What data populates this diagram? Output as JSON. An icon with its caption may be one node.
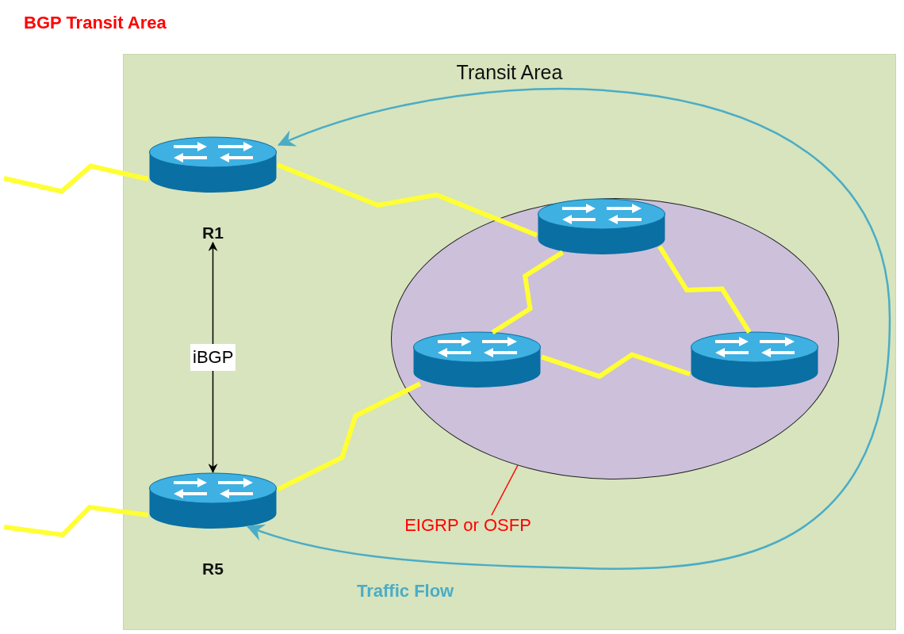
{
  "diagram": {
    "title": "BGP Transit Area",
    "nodes": [
      {
        "text": [
          "Transit Area"
        ]
      },
      {
        "text": [
          "R1"
        ],
        "in": 0
      },
      {
        "text": [],
        "shape": "ellipse",
        "in": 0
      },
      {
        "text": [],
        "shape": "router",
        "in": 2
      },
      {
        "text": [],
        "shape": "router",
        "in": 2
      },
      {
        "text": [],
        "shape": "router",
        "in": 2
      },
      {
        "text": [
          "R5"
        ],
        "in": 0
      },
      {
        "text": [
          "EIGRP or OSFP"
        ],
        "in": 0
      }
    ],
    "edges": [
      {
        "from": null,
        "to": 1,
        "arrow": "none"
      },
      {
        "from": 1,
        "to": 3,
        "arrow": "none"
      },
      {
        "from": 3,
        "to": 4,
        "arrow": "none"
      },
      {
        "from": 3,
        "to": 5,
        "arrow": "none"
      },
      {
        "from": 4,
        "to": 5,
        "arrow": "none"
      },
      {
        "from": 6,
        "to": 4,
        "arrow": "none"
      },
      {
        "from": null,
        "to": 6,
        "arrow": "none"
      },
      {
        "from": 1,
        "to": 6,
        "arrow": "both",
        "label": "iBGP",
        "color": "#000000"
      },
      {
        "from": 1,
        "to": 6,
        "arrow": "both",
        "label": "Traffic Flow",
        "color": "#4bacc6"
      },
      {
        "from": 7,
        "to": 2,
        "arrow": "none",
        "color": "#ff0000"
      }
    ]
  }
}
